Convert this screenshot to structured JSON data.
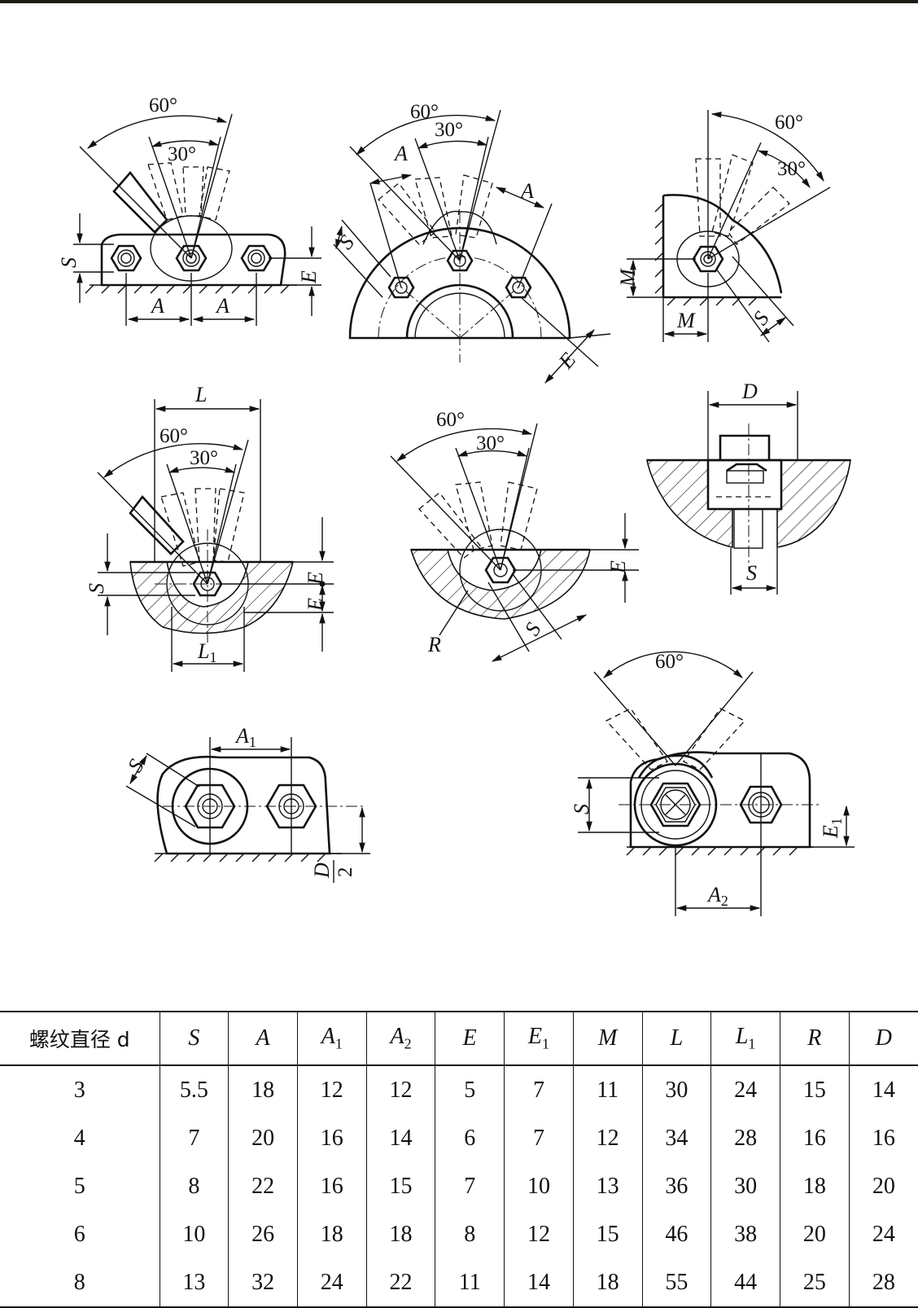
{
  "diagram": {
    "angles": {
      "wide": "60°",
      "narrow": "30°"
    },
    "labels": {
      "S": "S",
      "A": "A",
      "A1": "A",
      "A1_sub": "1",
      "A2": "A",
      "A2_sub": "2",
      "E": "E",
      "E1": "E",
      "E1_sub": "1",
      "M": "M",
      "L": "L",
      "L1": "L",
      "L1_sub": "1",
      "R": "R",
      "D": "D",
      "D_half_num": "D",
      "D_half_den": "2"
    }
  },
  "table": {
    "headers": [
      "螺纹直径 d",
      "S",
      "A",
      "A1",
      "A2",
      "E",
      "E1",
      "M",
      "L",
      "L1",
      "R",
      "D"
    ],
    "rows": [
      [
        "3",
        "5.5",
        "18",
        "12",
        "12",
        "5",
        "7",
        "11",
        "30",
        "24",
        "15",
        "14"
      ],
      [
        "4",
        "7",
        "20",
        "16",
        "14",
        "6",
        "7",
        "12",
        "34",
        "28",
        "16",
        "16"
      ],
      [
        "5",
        "8",
        "22",
        "16",
        "15",
        "7",
        "10",
        "13",
        "36",
        "30",
        "18",
        "20"
      ],
      [
        "6",
        "10",
        "26",
        "18",
        "18",
        "8",
        "12",
        "15",
        "46",
        "38",
        "20",
        "24"
      ],
      [
        "8",
        "13",
        "32",
        "24",
        "22",
        "11",
        "14",
        "18",
        "55",
        "44",
        "25",
        "28"
      ]
    ]
  }
}
